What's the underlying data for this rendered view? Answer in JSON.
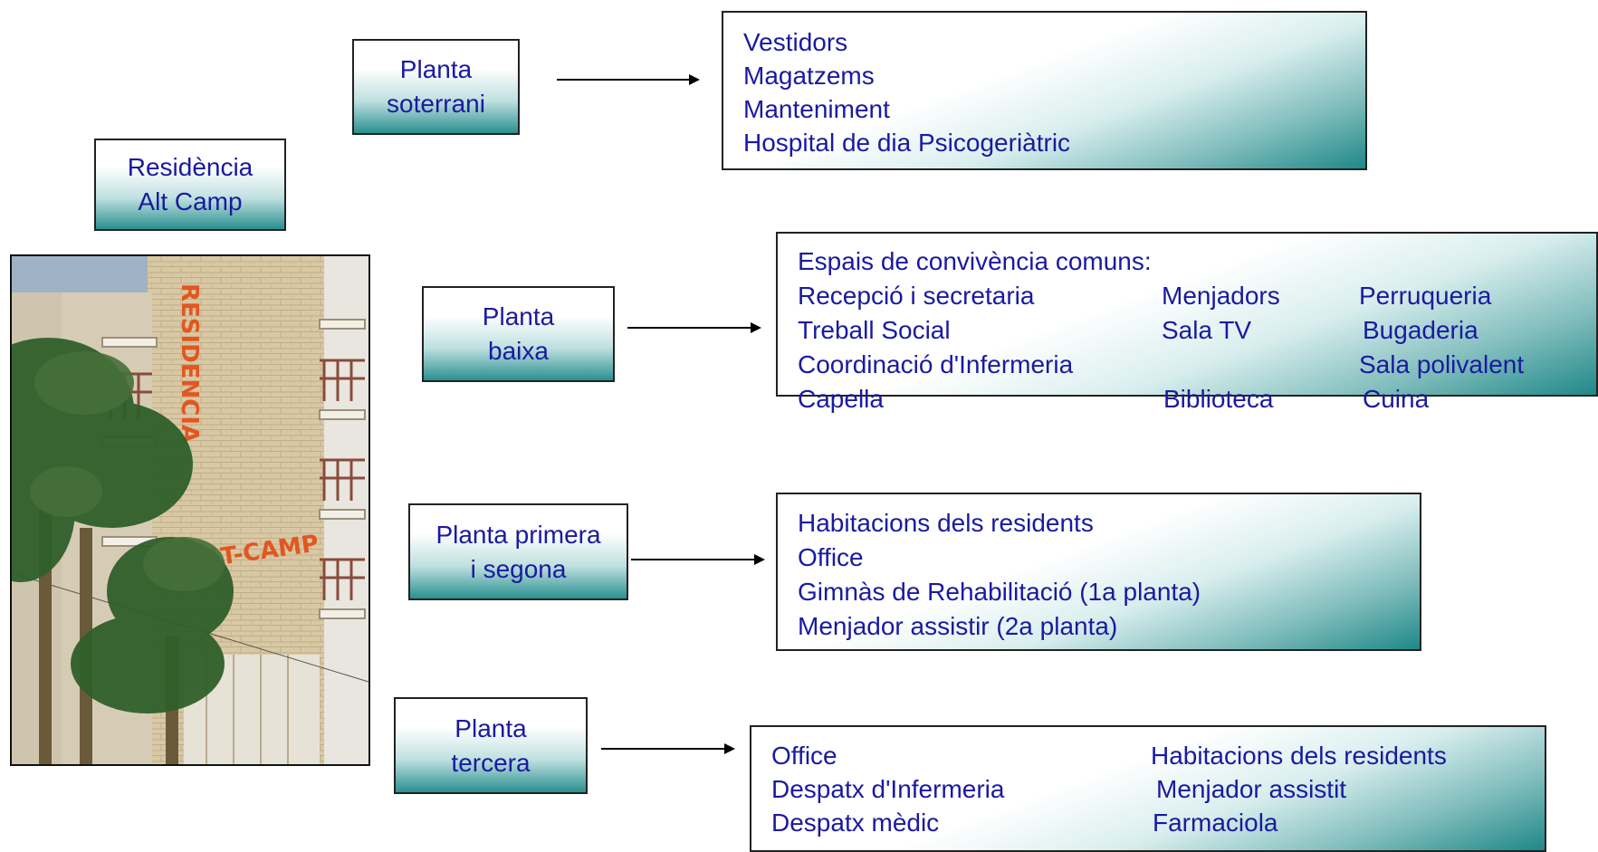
{
  "building": {
    "name_line1": "Residència",
    "name_line2": "Alt Camp",
    "photo_sign_vertical": "RESIDENCIA",
    "photo_sign_horizontal": "ALT-CAMP"
  },
  "floors": [
    {
      "label_line1": "Planta",
      "label_line2": "soterrani",
      "items": [
        "Vestidors",
        "Magatzems",
        "Manteniment",
        "Hospital de dia Psicogeriàtric"
      ]
    },
    {
      "label_line1": "Planta",
      "label_line2": "baixa",
      "heading": "Espais de convivència comuns:",
      "col1": [
        "Recepció i secretaria",
        "Treball Social",
        "Coordinació d'Infermeria",
        "Capella"
      ],
      "col2": [
        "Menjadors",
        "Sala TV",
        "",
        "Biblioteca"
      ],
      "col3": [
        "Perruqueria",
        "Bugaderia",
        "Sala polivalent",
        "Cuina"
      ]
    },
    {
      "label_line1": "Planta primera",
      "label_line2": "i segona",
      "items": [
        "Habitacions dels residents",
        "Office",
        "Gimnàs de Rehabilitació (1a planta)",
        "Menjador assistir (2a planta)"
      ]
    },
    {
      "label_line1": "Planta",
      "label_line2": "tercera",
      "col1": [
        "Office",
        "Despatx d'Infermeria",
        "Despatx mèdic"
      ],
      "col2": [
        "Habitacions dels residents",
        "Menjador assistit",
        "Farmaciola"
      ]
    }
  ],
  "colors": {
    "text": "#1a1aa0",
    "gradient_teal": "#1f8888",
    "border": "#222222"
  }
}
